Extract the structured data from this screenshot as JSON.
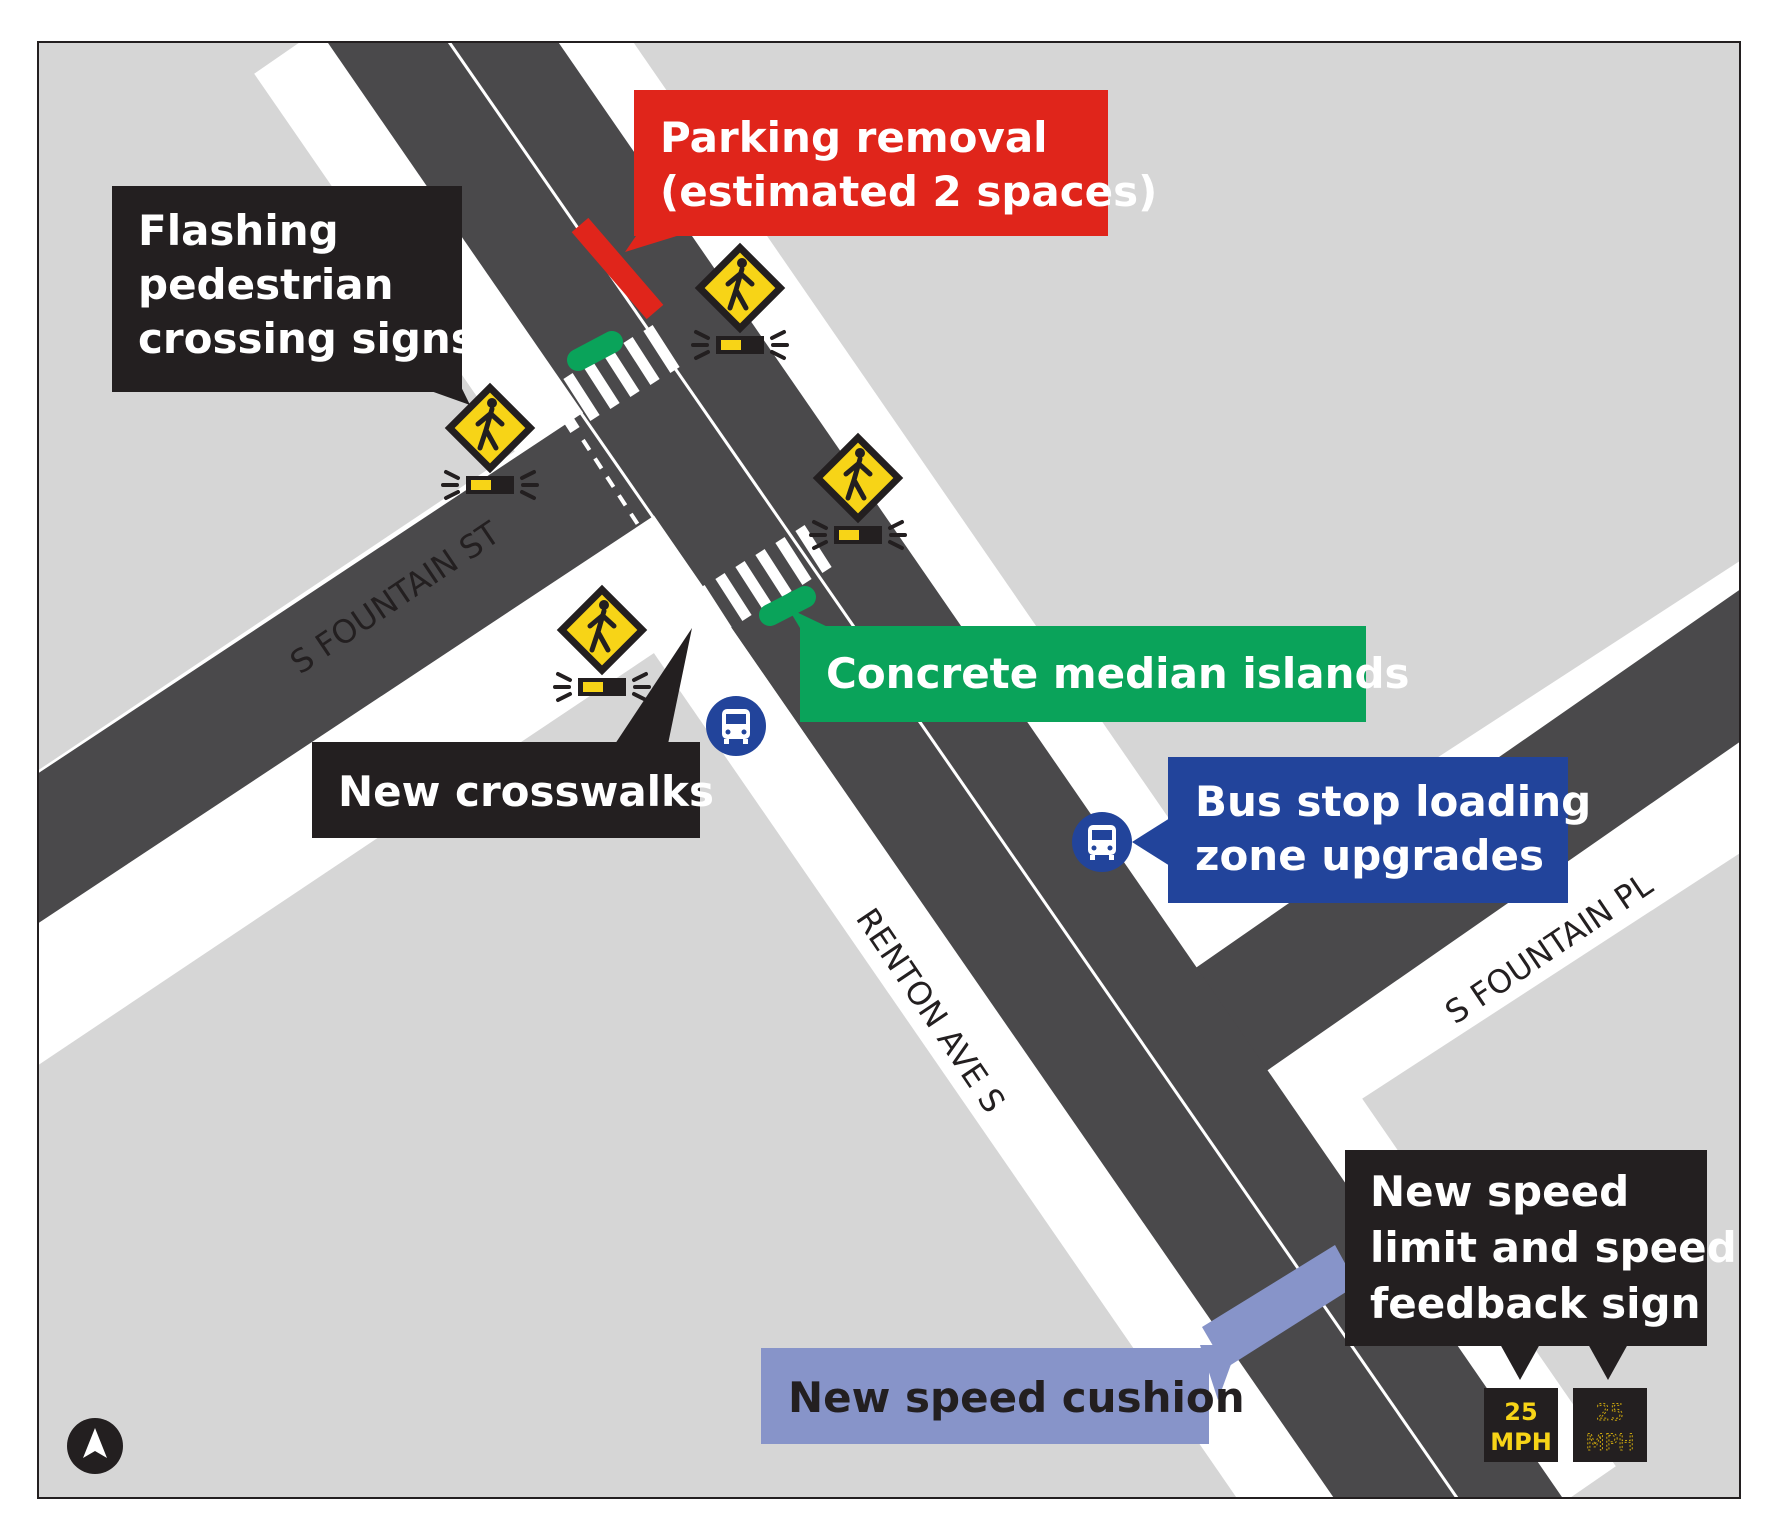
{
  "streets": {
    "main": "RENTON AVE S",
    "west": "S FOUNTAIN ST",
    "east": "S FOUNTAIN PL"
  },
  "callouts": {
    "parking": [
      "Parking removal",
      "(estimated 2 spaces)"
    ],
    "flashing": [
      "Flashing",
      "pedestrian",
      "crossing signs"
    ],
    "median": [
      "Concrete median islands"
    ],
    "crosswalks": [
      "New crosswalks"
    ],
    "bus": [
      "Bus stop loading",
      "zone upgrades"
    ],
    "speed_limit": [
      "New speed",
      "limit and speed",
      "feedback sign"
    ],
    "cushion": [
      "New speed cushion"
    ]
  },
  "speed_signs": {
    "static": {
      "value": "25",
      "unit": "MPH"
    },
    "feedback": {
      "value": "25",
      "unit": "MPH"
    }
  },
  "icons": {
    "north_arrow": "north-arrow-icon",
    "bus": "bus-icon",
    "pedestrian": "pedestrian-crossing-icon"
  },
  "colors": {
    "background": "#d6d6d6",
    "road": "#4a494b",
    "sidewalk": "#ffffff",
    "parking_red": "#e0251b",
    "median_green": "#0aa35a",
    "bus_blue": "#22449b",
    "cushion_lavender": "#8794c9",
    "sign_yellow": "#f7d417",
    "callout_black": "#231f20"
  }
}
